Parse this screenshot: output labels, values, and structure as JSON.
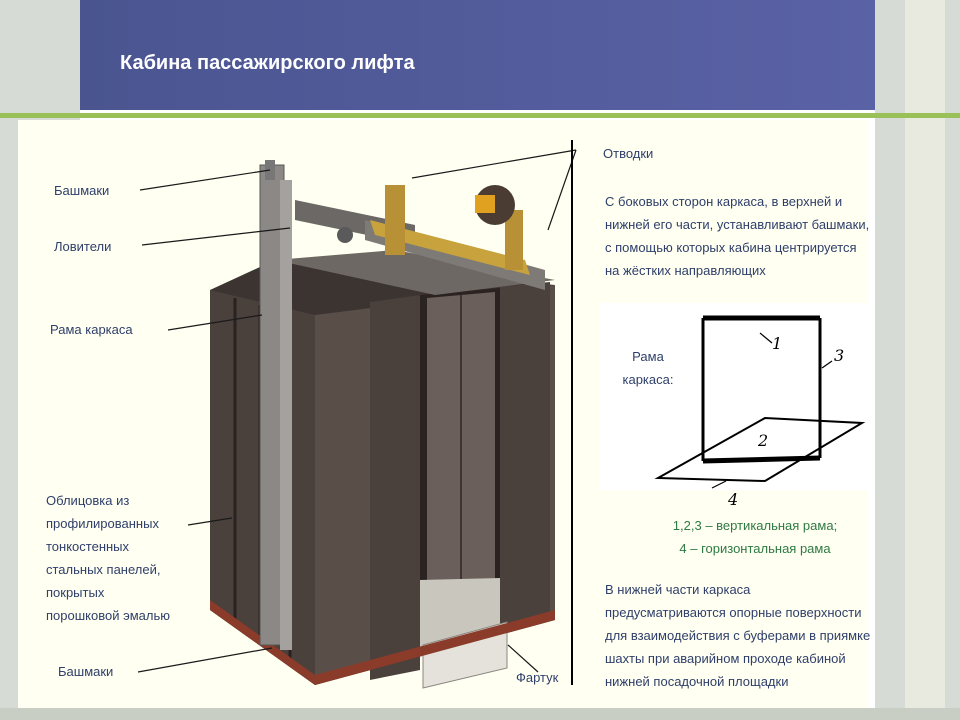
{
  "title": "Кабина пассажирского лифта",
  "left_labels": {
    "shoes_top": "Башмаки",
    "catchers": "Ловители",
    "frame": "Рама каркаса",
    "cladding": [
      "Облицовка из",
      "профилированных",
      "тонкостенных",
      "стальных панелей,",
      "покрытых",
      "порошковой эмалью"
    ],
    "shoes_bottom": "Башмаки"
  },
  "right_labels": {
    "otvodki": "Отводки",
    "fartuk": "Фартук"
  },
  "right_text_top": [
    "С боковых сторон каркаса, в верхней и",
    "нижней его части, устанавливают башмаки,",
    "с помощью которых кабина центрируется",
    "на жёстких направляющих"
  ],
  "frame_label": [
    "Рама",
    "каркаса:"
  ],
  "sketch_numbers": [
    "1",
    "2",
    "3",
    "4"
  ],
  "legend": [
    "1,2,3 – вертикальная рама;",
    "4 – горизонтальная рама"
  ],
  "right_text_bottom": [
    "В нижней части каркаса",
    "предусматриваются опорные поверхности",
    "для взаимодействия с буферами в приямке",
    "шахты при аварийном проходе кабиной",
    "нижней посадочной площадки"
  ],
  "colors": {
    "title_bar": "#5058a0",
    "accent_green": "#9ac158",
    "text": "#2f3f6a",
    "legend": "#2e7a44"
  }
}
